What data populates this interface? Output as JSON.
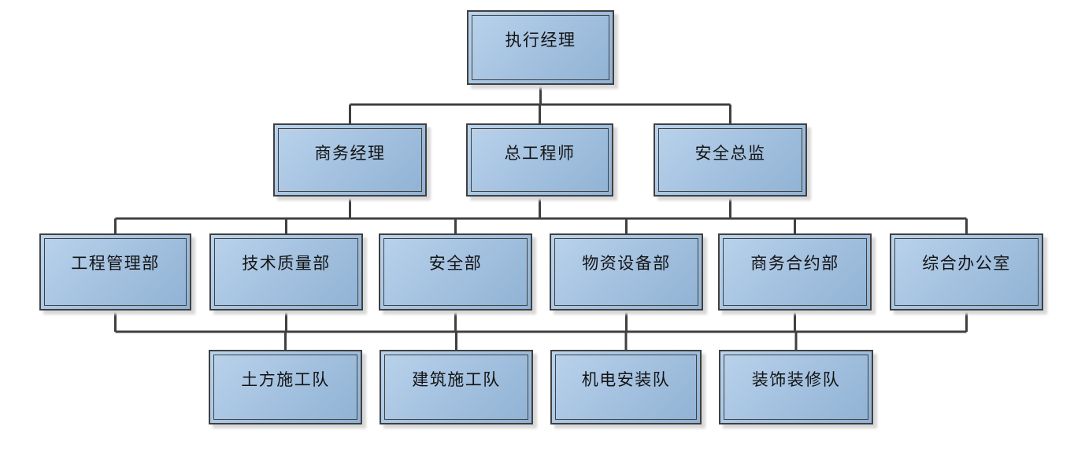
{
  "diagram": {
    "type": "org-chart",
    "nodes": [
      {
        "id": "exec",
        "label": "执行经理"
      },
      {
        "id": "biz-manager",
        "label": "商务经理"
      },
      {
        "id": "chief-engineer",
        "label": "总工程师"
      },
      {
        "id": "safety-director",
        "label": "安全总监"
      },
      {
        "id": "dept-engineering",
        "label": "工程管理部"
      },
      {
        "id": "dept-tech-quality",
        "label": "技术质量部"
      },
      {
        "id": "dept-safety",
        "label": "安全部"
      },
      {
        "id": "dept-materials",
        "label": "物资设备部"
      },
      {
        "id": "dept-contracts",
        "label": "商务合约部"
      },
      {
        "id": "dept-office",
        "label": "综合办公室"
      },
      {
        "id": "team-earthwork",
        "label": "土方施工队"
      },
      {
        "id": "team-construction",
        "label": "建筑施工队"
      },
      {
        "id": "team-mep",
        "label": "机电安装队"
      },
      {
        "id": "team-decoration",
        "label": "装饰装修队"
      }
    ],
    "connections": [
      {
        "parents": [
          "exec"
        ],
        "children": [
          "biz-manager",
          "chief-engineer",
          "safety-director"
        ]
      },
      {
        "parents": [
          "biz-manager",
          "chief-engineer",
          "safety-director"
        ],
        "children": [
          "dept-engineering",
          "dept-tech-quality",
          "dept-safety",
          "dept-materials",
          "dept-contracts",
          "dept-office"
        ]
      },
      {
        "parents": [
          "dept-engineering",
          "dept-tech-quality",
          "dept-safety",
          "dept-materials",
          "dept-contracts",
          "dept-office"
        ],
        "children": [
          "team-earthwork",
          "team-construction",
          "team-mep",
          "team-decoration"
        ]
      }
    ],
    "colors": {
      "node_fill_light": "#bad3ec",
      "node_fill_mid": "#a6c3e1",
      "node_fill_dark": "#90b2d4",
      "node_border": "#404040",
      "connector": "#404040",
      "shadow": "#d8d8d8",
      "text": "#141414",
      "background": "#ffffff"
    }
  }
}
